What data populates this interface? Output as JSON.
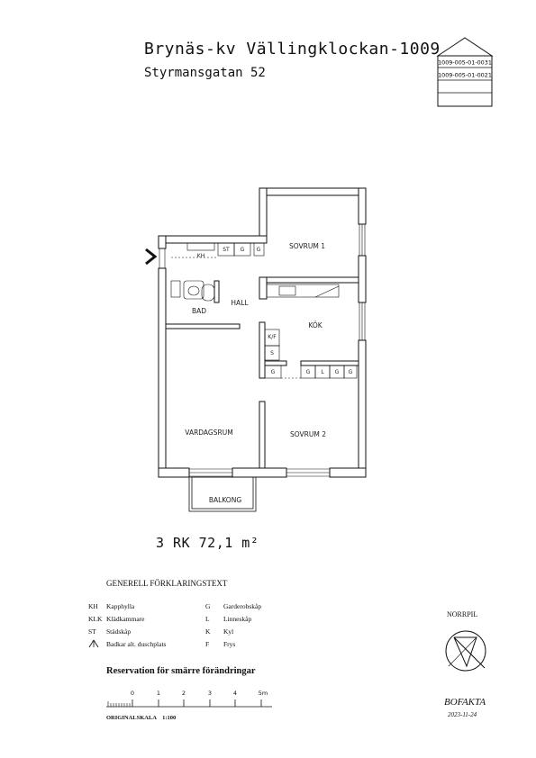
{
  "header": {
    "title": "Brynäs-kv Vällingklockan-1009",
    "address": "Styrmansgatan 52"
  },
  "doc_box": {
    "codes": [
      "1009-005-01-0031",
      "1009-005-01-0021"
    ]
  },
  "plan": {
    "rooms": {
      "sovrum1": "SOVRUM 1",
      "hall": "HALL",
      "bad": "BAD",
      "kok": "KÖK",
      "vardagsrum": "VARDAGSRUM",
      "sovrum2": "SOVRUM 2",
      "balkong": "BALKONG"
    },
    "fixtures": {
      "kh": "KH",
      "st": "ST",
      "g": "G",
      "kf": "K/F",
      "s": "S",
      "l": "L"
    }
  },
  "summary": {
    "area": "3 RK 72,1 m²"
  },
  "legend": {
    "title": "GENERELL FÖRKLARINGSTEXT",
    "left": [
      {
        "code": "KH",
        "text": "Kapphylla"
      },
      {
        "code": "KLK",
        "text": "Klädkammare"
      },
      {
        "code": "ST",
        "text": "Städskåp"
      },
      {
        "code": "",
        "text": "Badkar alt. duschplats"
      }
    ],
    "right": [
      {
        "code": "G",
        "text": "Garderobskåp"
      },
      {
        "code": "L",
        "text": "Linneskåp"
      },
      {
        "code": "K",
        "text": "Kyl"
      },
      {
        "code": "F",
        "text": "Frys"
      }
    ]
  },
  "reservation": "Reservation för smärre förändringar",
  "scale": {
    "ticks": [
      "0",
      "1",
      "2",
      "3",
      "4",
      "5m"
    ],
    "label": "ORIGINALSKALA    1:100"
  },
  "north": {
    "label": "NORRPIL"
  },
  "footer": {
    "brand": "BOFAKTA",
    "date": "2023-11-24"
  }
}
